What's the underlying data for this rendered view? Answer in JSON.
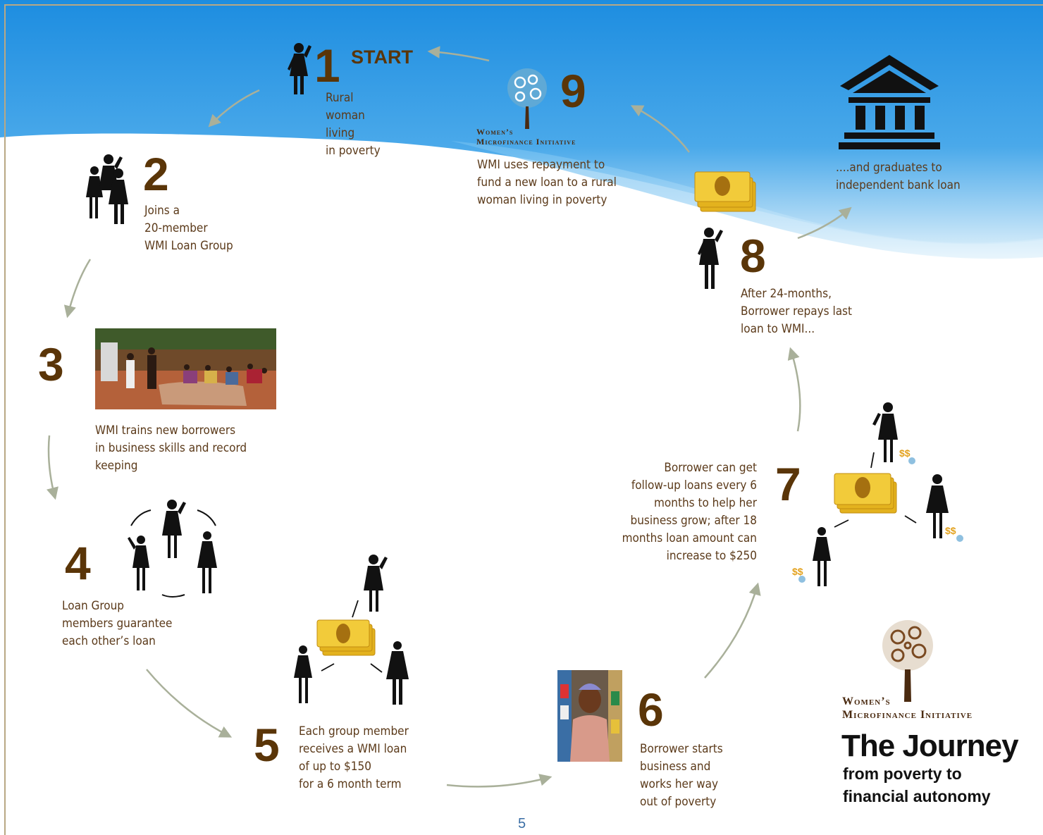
{
  "start_label": "START",
  "steps": [
    {
      "num": "1",
      "text": "Rural\nwoman\nliving\nin poverty"
    },
    {
      "num": "2",
      "text": "Joins a\n20-member\nWMI Loan Group"
    },
    {
      "num": "3",
      "text": "WMI trains new borrowers\nin business skills and record\nkeeping"
    },
    {
      "num": "4",
      "text": "Loan Group\nmembers guarantee\neach other’s loan"
    },
    {
      "num": "5",
      "text": "Each group member\nreceives a WMI loan\nof up to $150\nfor a 6 month term"
    },
    {
      "num": "6",
      "text": "Borrower starts\nbusiness and\nworks her way\nout of poverty"
    },
    {
      "num": "7",
      "text": "Borrower can get\nfollow-up loans every 6\nmonths to help her\nbusiness grow; after 18\nmonths loan amount can\nincrease to $250"
    },
    {
      "num": "8",
      "text": "After 24-months,\nBorrower repays last\nloan to WMI..."
    },
    {
      "num": "9",
      "text": "WMI uses repayment to\nfund a new loan to a rural\nwoman living in poverty"
    }
  ],
  "graduate_text": "....and graduates to\nindependent bank loan",
  "brand_small": "Women’s\nMicrofinance Initiative",
  "brand_large": "Women’s\nMicrofinance Initiative",
  "journey_title": "The Journey",
  "journey_subtitle": "from poverty to\nfinancial autonomy",
  "page_number": "5",
  "colors": {
    "sky_top": "#1f8ee0",
    "sky_bottom": "#bfe2f7",
    "brown": "#5a3508",
    "arrow": "#a9b09a",
    "gold": "#e8b820"
  }
}
